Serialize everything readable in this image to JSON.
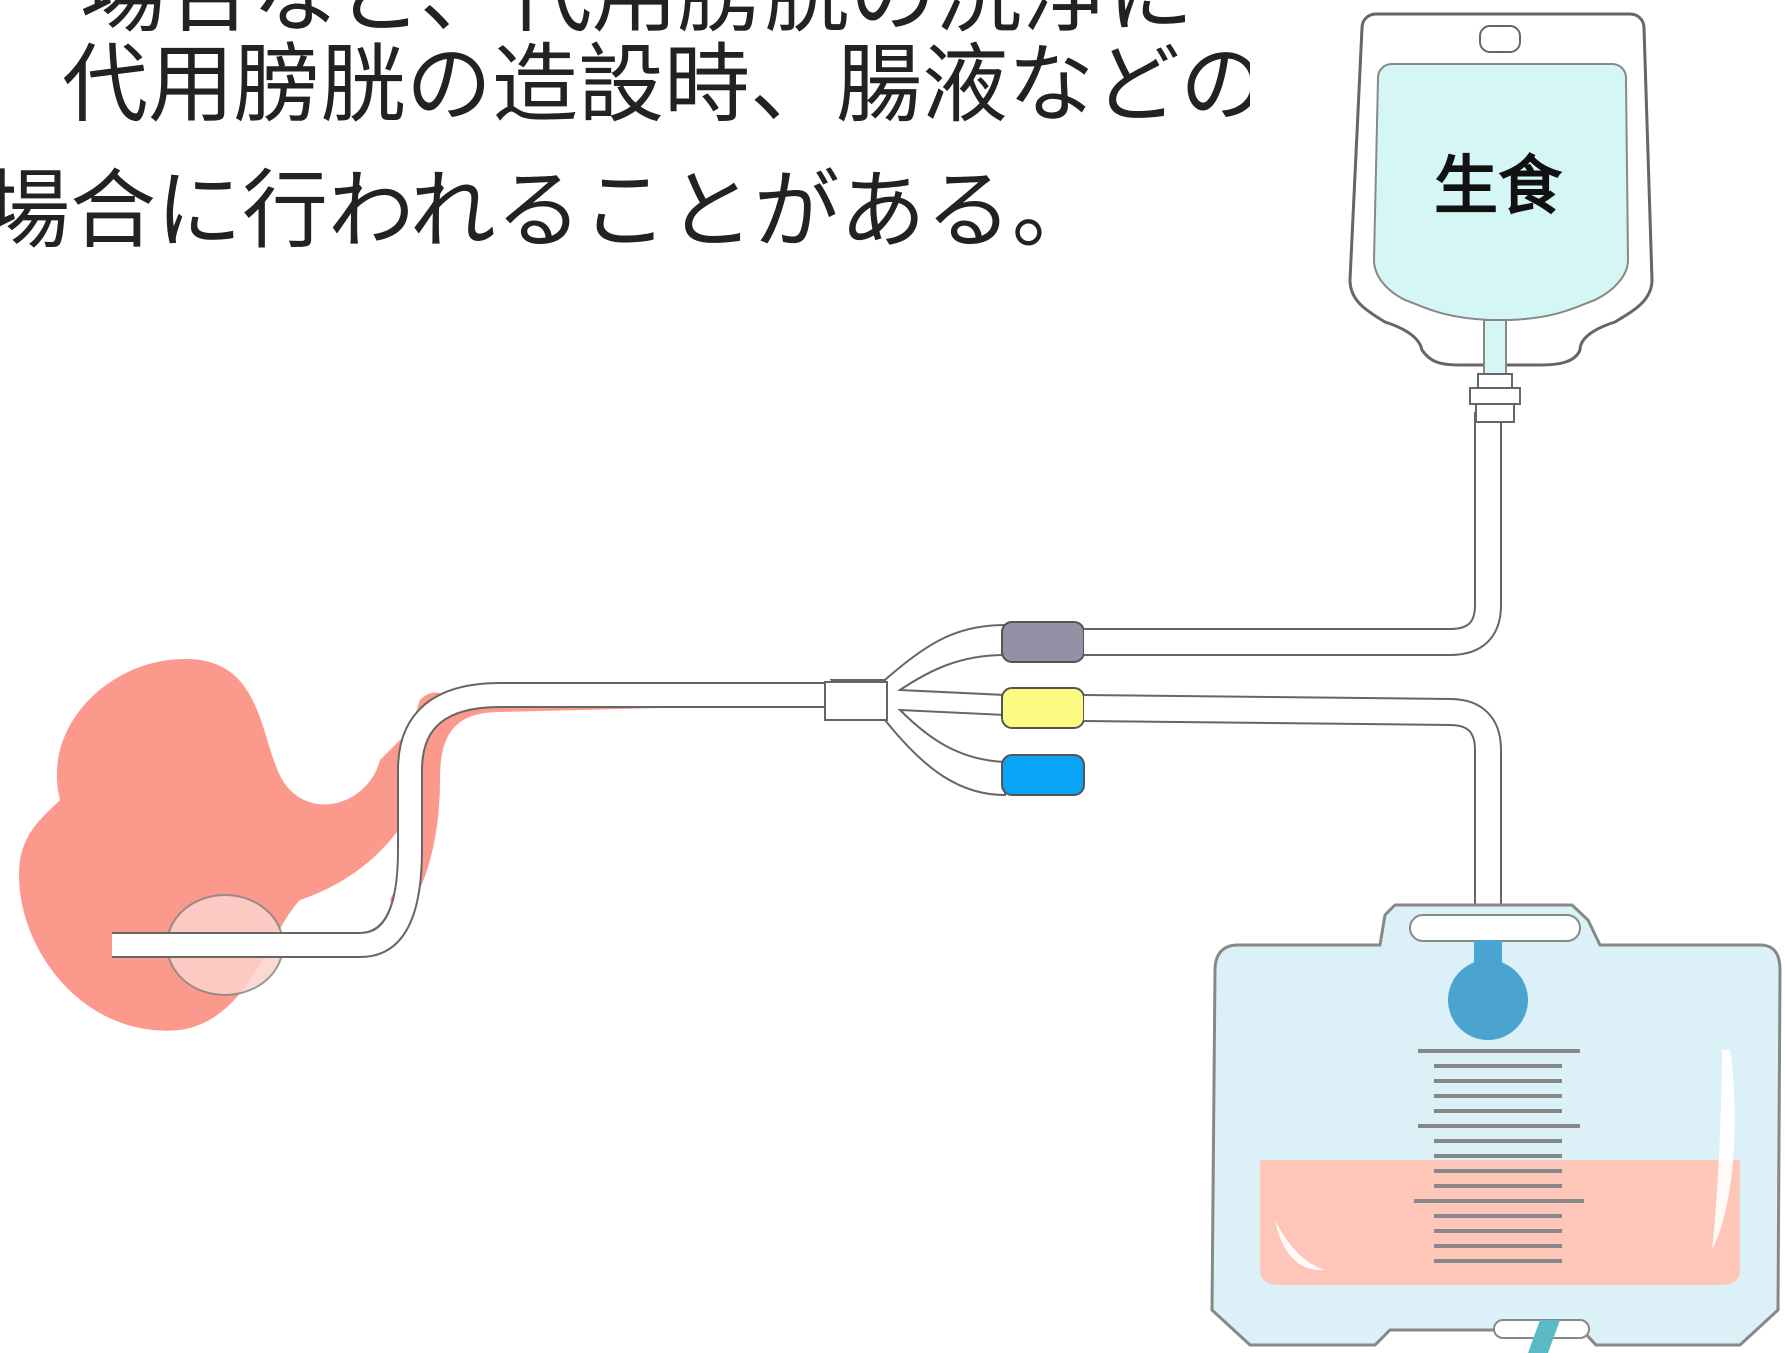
{
  "text": {
    "line_0": "場合など、代用膀胱の洗浄に",
    "line_1": "代用膀胱の造設時、腸液などの",
    "line_2": "場合に行われることがある。"
  },
  "saline_bag": {
    "label": "生食",
    "fill_color": "#d4f6f4"
  },
  "colors": {
    "bladder": "#fb998d",
    "port_gray": "#9391a5",
    "port_yellow": "#fafb80",
    "port_blue": "#0aa3f6",
    "drain_bag": "#dcf1f7",
    "drain_fluid": "#fdc6b8",
    "drain_connector": "#4ba3cf"
  },
  "icons": [
    "saline-bag-icon",
    "urinary-catheter-icon",
    "drainage-bag-icon",
    "bladder-icon"
  ]
}
